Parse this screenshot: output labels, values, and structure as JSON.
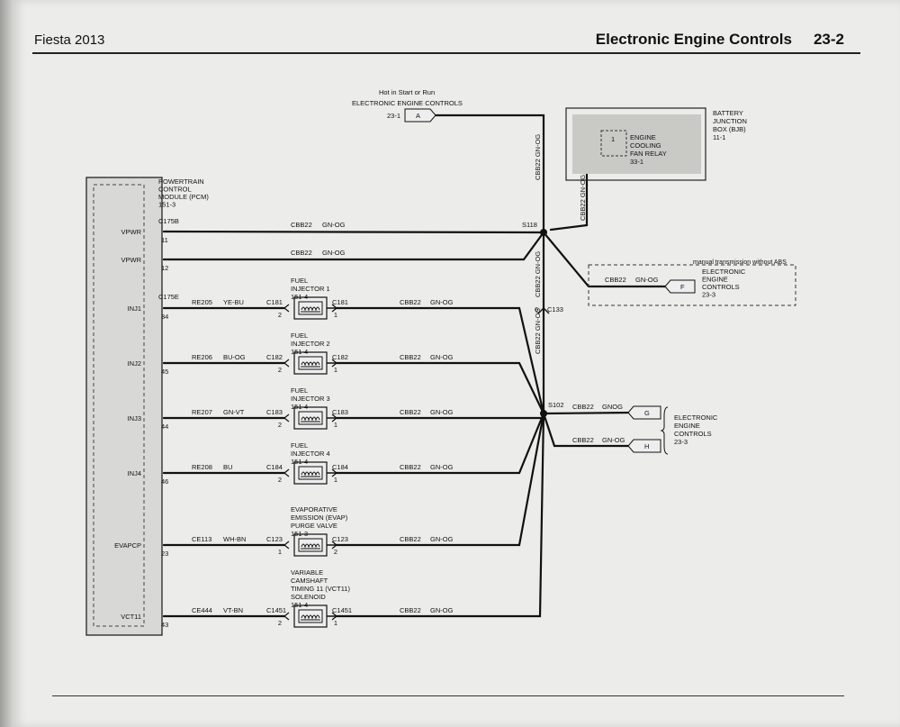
{
  "header": {
    "book_title": "Fiesta 2013",
    "section_title": "Electronic Engine Controls",
    "page_number": "23-2"
  },
  "pcm": {
    "name_lines": [
      "POWERTRAIN",
      "CONTROL",
      "MODULE (PCM)",
      "151-3"
    ],
    "connector_c175b": "C175B",
    "connector_c175e": "C175E",
    "pins": [
      {
        "label": "VPWR",
        "pin": "11"
      },
      {
        "label": "VPWR",
        "pin": "12"
      },
      {
        "label": "INJ1",
        "pin": "34"
      },
      {
        "label": "INJ2",
        "pin": "45"
      },
      {
        "label": "INJ3",
        "pin": "44"
      },
      {
        "label": "INJ4",
        "pin": "46"
      },
      {
        "label": "EVAPCP",
        "pin": "23"
      },
      {
        "label": "VCT11",
        "pin": "43"
      }
    ]
  },
  "top_source": {
    "lines": [
      "Hot in Start or Run",
      "ELECTRONIC ENGINE CONTROLS"
    ],
    "ref": "23-1",
    "connector": "A"
  },
  "bjb": {
    "name_lines": [
      "BATTERY",
      "JUNCTION",
      "BOX (BJB)",
      "11-1"
    ],
    "relay_pin": "1",
    "relay_lines": [
      "ENGINE",
      "COOLING",
      "FAN RELAY",
      "33-1"
    ]
  },
  "splices": {
    "s118": "S118",
    "s102": "S102",
    "c133": "C133",
    "c133_pin": "6"
  },
  "manual_trans": {
    "note": "manual transmission without ABS",
    "wire": "CBB22",
    "color": "GN-OG",
    "connector": "F",
    "lines": [
      "ELECTRONIC",
      "ENGINE",
      "CONTROLS",
      "23-3"
    ]
  },
  "right_dest": {
    "g_wire": "CBB22",
    "g_color": "GNOG",
    "g_connector": "G",
    "h_wire": "CBB22",
    "h_color": "GN-OG",
    "h_connector": "H",
    "lines": [
      "ELECTRONIC",
      "ENGINE",
      "CONTROLS",
      "23-3"
    ]
  },
  "wires": {
    "vpwr1": {
      "wire": "CBB22",
      "color": "GN-OG"
    },
    "vpwr2": {
      "wire": "CBB22",
      "color": "GN-OG"
    },
    "vertical_top": "CBB22 GN-OG",
    "vertical_bjb": "CBB22 GN-OG",
    "vertical_mid": "CBB22 GN-OG",
    "vertical_low": "CBB22 GN-OG"
  },
  "components": [
    {
      "name_lines": [
        "FUEL",
        "INJECTOR 1",
        "151-4"
      ],
      "left_conn": "C181",
      "right_conn": "C181",
      "pcm_wire": "RE205",
      "pcm_color": "YE-BU",
      "pin_l": "2",
      "pin_r": "1",
      "wire": "CBB22",
      "color": "GN-OG"
    },
    {
      "name_lines": [
        "FUEL",
        "INJECTOR 2",
        "151-4"
      ],
      "left_conn": "C182",
      "right_conn": "C182",
      "pcm_wire": "RE206",
      "pcm_color": "BU-OG",
      "pin_l": "2",
      "pin_r": "1",
      "wire": "CBB22",
      "color": "GN-OG"
    },
    {
      "name_lines": [
        "FUEL",
        "INJECTOR 3",
        "151-4"
      ],
      "left_conn": "C183",
      "right_conn": "C183",
      "pcm_wire": "RE207",
      "pcm_color": "GN-VT",
      "pin_l": "2",
      "pin_r": "1",
      "wire": "CBB22",
      "color": "GN-OG"
    },
    {
      "name_lines": [
        "FUEL",
        "INJECTOR 4",
        "151-4"
      ],
      "left_conn": "C184",
      "right_conn": "C184",
      "pcm_wire": "RE208",
      "pcm_color": "BU",
      "pin_l": "2",
      "pin_r": "1",
      "wire": "CBB22",
      "color": "GN-OG"
    },
    {
      "name_lines": [
        "EVAPORATIVE",
        "EMISSION (EVAP)",
        "PURGE VALVE",
        "151-3"
      ],
      "left_conn": "C123",
      "right_conn": "C123",
      "pcm_wire": "CE113",
      "pcm_color": "WH-BN",
      "pin_l": "1",
      "pin_r": "2",
      "wire": "CBB22",
      "color": "GN-OG"
    },
    {
      "name_lines": [
        "VARIABLE",
        "CAMSHAFT",
        "TIMING 11 (VCT11)",
        "SOLENOID",
        "151-4"
      ],
      "left_conn": "C1451",
      "right_conn": "C1451",
      "pcm_wire": "CE444",
      "pcm_color": "VT-BN",
      "pin_l": "2",
      "pin_r": "1",
      "wire": "CBB22",
      "color": "GN-OG"
    }
  ]
}
